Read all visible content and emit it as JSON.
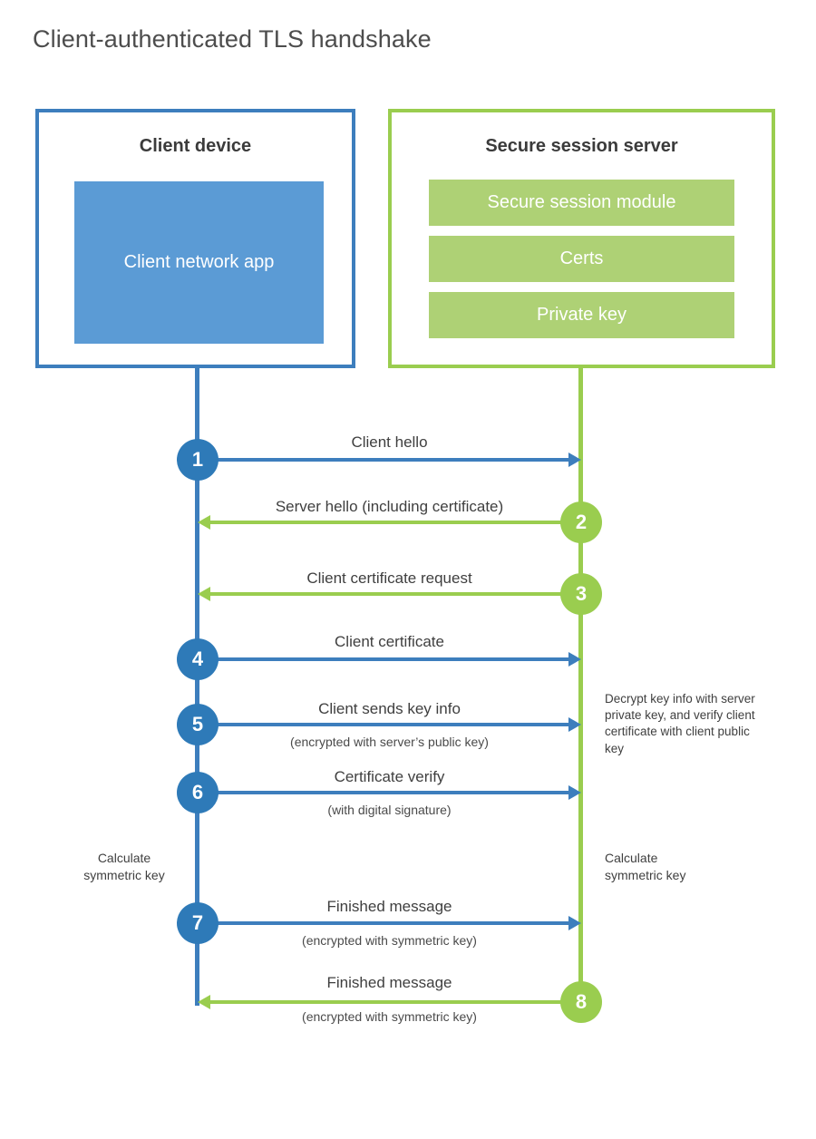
{
  "title": "Client-authenticated TLS handshake",
  "colors": {
    "blue_border": "#3d7ebd",
    "blue_fill": "#5b9bd5",
    "blue_circle": "#2e7ab8",
    "green_border": "#9acd4f",
    "green_fill": "#aed175",
    "text": "#3f3f3f"
  },
  "client_box": {
    "heading": "Client device",
    "app_label": "Client network app"
  },
  "server_box": {
    "heading": "Secure session server",
    "modules": [
      {
        "label": "Secure session module"
      },
      {
        "label": "Certs"
      },
      {
        "label": "Private key"
      }
    ]
  },
  "steps": [
    {
      "number": "1",
      "label": "Client hello",
      "sub": "",
      "direction": "client-to-server",
      "color": "blue"
    },
    {
      "number": "2",
      "label": "Server hello (including certificate)",
      "sub": "",
      "direction": "server-to-client",
      "color": "green"
    },
    {
      "number": "3",
      "label": "Client certificate request",
      "sub": "",
      "direction": "server-to-client",
      "color": "green"
    },
    {
      "number": "4",
      "label": "Client certificate",
      "sub": "",
      "direction": "client-to-server",
      "color": "blue"
    },
    {
      "number": "5",
      "label": "Client sends key info",
      "sub": "(encrypted with server’s public key)",
      "direction": "client-to-server",
      "color": "blue"
    },
    {
      "number": "6",
      "label": "Certificate verify",
      "sub": "(with digital signature)",
      "direction": "client-to-server",
      "color": "blue"
    },
    {
      "number": "7",
      "label": "Finished message",
      "sub": "(encrypted with symmetric key)",
      "direction": "client-to-server",
      "color": "blue"
    },
    {
      "number": "8",
      "label": "Finished message",
      "sub": "(encrypted with symmetric key)",
      "direction": "server-to-client",
      "color": "green"
    }
  ],
  "notes": {
    "server_decrypt": "Decrypt key info with server private key, and verify client certificate with client public key",
    "client_calculate": "Calculate symmetric key",
    "server_calculate": "Calculate symmetric key"
  }
}
